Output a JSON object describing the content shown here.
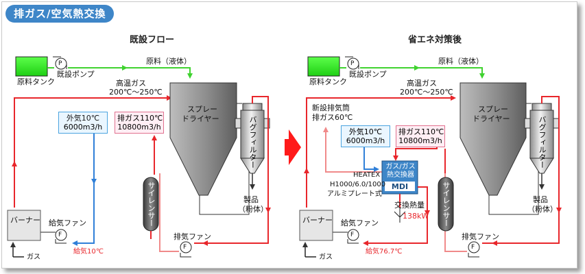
{
  "title_tag": "排ガス/空気熱交換",
  "left": {
    "heading": "既設フロー",
    "tank": "原料タンク",
    "pump": "既設ポンプ",
    "pump_symbol": "P",
    "feed": "原料（液体）",
    "hot_gas_1": "高温ガス",
    "hot_gas_2": "200℃～250℃",
    "spray_1": "スプレー",
    "spray_2": "ドライヤー",
    "bag_filter": "バグフィルター",
    "outside_air_1": "外気10℃",
    "outside_air_2": "6000m3/h",
    "exhaust_1": "排ガス110℃",
    "exhaust_2": "10800m3/h",
    "silencer": "サイレンサー",
    "product_1": "製品",
    "product_2": "（粉体）",
    "burner": "バーナー",
    "supply_fan": "給気ファン",
    "fan_symbol": "F",
    "supply_air": "給気10℃",
    "exhaust_fan": "排気ファン",
    "gas": "ガス"
  },
  "right": {
    "heading": "省エネ対策後",
    "tank": "原料タンク",
    "pump": "既設ポンプ",
    "pump_symbol": "P",
    "feed": "原料（液体）",
    "hot_gas_1": "高温ガス",
    "hot_gas_2": "200℃～250℃",
    "new_stack_1": "新設排気筒",
    "new_stack_2": "排ガス60℃",
    "spray_1": "スプレー",
    "spray_2": "ドライヤー",
    "bag_filter": "バグフィルター",
    "outside_air_1": "外気10℃",
    "outside_air_2": "6000m3/h",
    "exhaust_1": "排ガス110℃",
    "exhaust_2": "10800m3/h",
    "hx_1": "ガス/ガス",
    "hx_2": "熱交換器",
    "hx_logo": "MDI",
    "heatex_1": "HEATEX",
    "heatex_2": "H1000/6.0/1000",
    "heatex_3": "アルミプレート式",
    "heat_1": "交換熱量",
    "heat_2": "138kW",
    "silencer": "サイレンサー",
    "product_1": "製品",
    "product_2": "（粉体）",
    "burner": "バーナー",
    "supply_fan": "給気ファン",
    "fan_symbol": "F",
    "supply_air": "給気76.7℃",
    "exhaust_fan": "排気ファン",
    "gas": "ガス"
  },
  "colors": {
    "red_line": "#e8262b",
    "pink_line": "#f08a8a",
    "blue_line": "#2f7fd8",
    "green_line": "#3fd22f",
    "tank_fill": "#35e62a",
    "arrow": "#ff1a1a"
  }
}
